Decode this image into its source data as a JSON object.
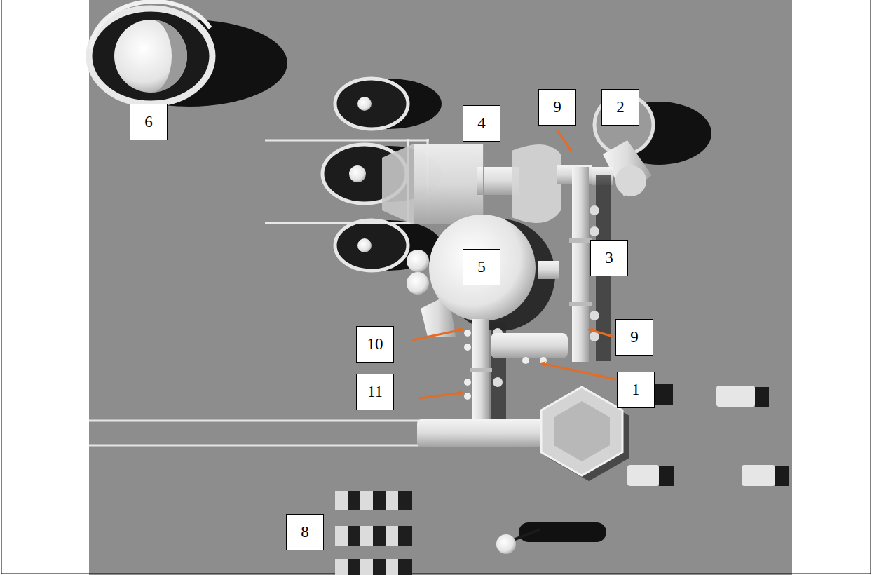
{
  "diagram": {
    "nodes": [
      {
        "text": [
          "6"
        ]
      },
      {
        "text": [
          "4"
        ]
      },
      {
        "text": [
          "9"
        ]
      },
      {
        "text": [
          "2"
        ]
      },
      {
        "text": [
          "3"
        ]
      },
      {
        "text": [
          "5"
        ]
      },
      {
        "text": [
          "9"
        ]
      },
      {
        "text": [
          "10"
        ]
      },
      {
        "text": [
          "1"
        ]
      },
      {
        "text": [
          "11"
        ]
      },
      {
        "text": [
          "8"
        ]
      }
    ]
  }
}
